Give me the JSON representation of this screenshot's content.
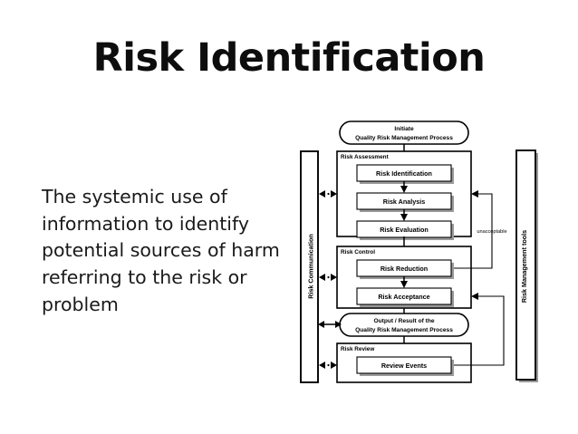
{
  "slide": {
    "title": "Risk Identification",
    "body_text": "The systemic use of information to identify potential sources of harm referring to the risk or problem"
  },
  "diagram": {
    "name": "quality-risk-management-process-flowchart",
    "initiate": {
      "line1": "Initiate",
      "line2": "Quality Risk Management Process"
    },
    "risk_assessment": {
      "heading": "Risk Assessment",
      "steps": [
        {
          "label": "Risk Identification"
        },
        {
          "label": "Risk Analysis"
        },
        {
          "label": "Risk Evaluation"
        }
      ]
    },
    "risk_control": {
      "heading": "Risk Control",
      "steps": [
        {
          "label": "Risk Reduction"
        },
        {
          "label": "Risk Acceptance"
        }
      ]
    },
    "output": {
      "line1": "Output / Result of the",
      "line2": "Quality Risk Management Process"
    },
    "risk_review": {
      "heading": "Risk Review",
      "steps": [
        {
          "label": "Review Events"
        }
      ]
    },
    "left_bar": {
      "label": "Risk Communication"
    },
    "right_bar": {
      "label": "Risk Management tools"
    },
    "annotations": [
      {
        "label": "unacceptable"
      }
    ],
    "colors": {
      "stroke": "#000000",
      "fill": "#ffffff",
      "shadow": "#9a9a9a",
      "title": "#0d0d0d",
      "body": "#1a1a1a"
    }
  }
}
